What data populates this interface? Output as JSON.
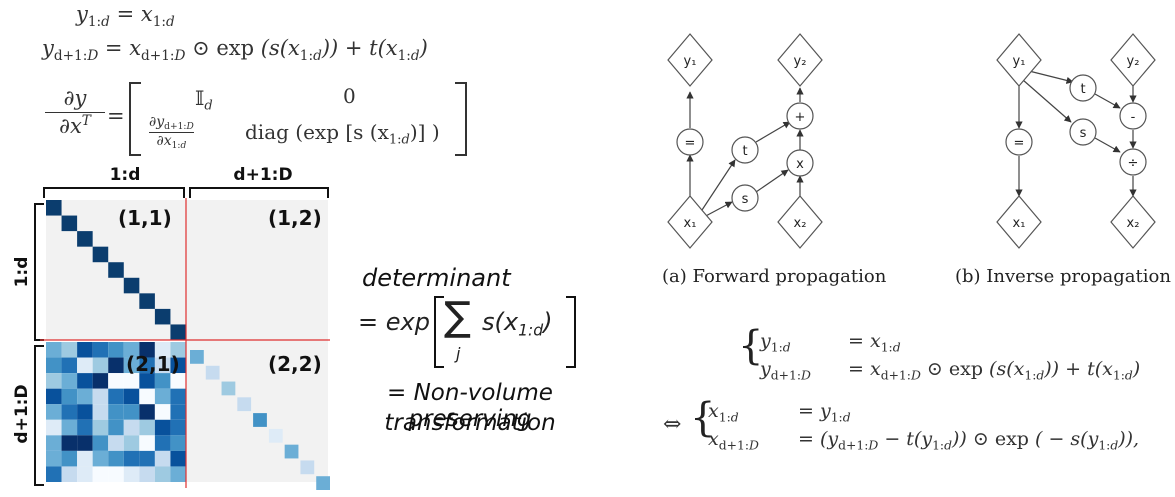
{
  "equations": {
    "eq1": "y_{1:d} = x_{1:d}",
    "eq2": "y_{d+1:D} = x_{d+1:D} ⊙ exp(s(x_{1:d})) + t(x_{1:d})",
    "jac_lhs": "∂y / ∂x^T",
    "jac_r1c1": "𝕀_d",
    "jac_r1c2": "0",
    "jac_r2c1": "∂y_{d+1:D} / ∂x^T_{1:d}",
    "jac_r2c2": "diag(exp[s(x_{1:d})])"
  },
  "matrix": {
    "col_label_1": "1:d",
    "col_label_2": "d+1:D",
    "row_label_1": "1:d",
    "row_label_2": "d+1:D",
    "q11": "(1,1)",
    "q12": "(1,2)",
    "q21": "(2,1)",
    "q22": "(2,2)",
    "colors": {
      "dark": "#0b3d6e",
      "mid": "#2f6fb0",
      "light": "#9ecae1",
      "pale": "#f2f2f2",
      "divider": "#e03030"
    }
  },
  "determinant": {
    "word": "determinant",
    "formula_prefix": "= exp",
    "sum_symbol": "∑",
    "sum_index": "j",
    "summand": "s(x_{1:d})",
    "note_line1": "= Non-volume preserving",
    "note_line2": "transformation"
  },
  "forward_graph": {
    "caption": "(a)  Forward propagation",
    "nodes": {
      "y1": "y₁",
      "y2": "y₂",
      "eq": "=",
      "t": "t",
      "plus": "+",
      "times": "x",
      "s": "s",
      "x1": "x₁",
      "x2": "x₂"
    }
  },
  "inverse_graph": {
    "caption": "(b)  Inverse propagation",
    "nodes": {
      "y1": "y₁",
      "y2": "y₂",
      "eq": "=",
      "t": "t",
      "minus": "-",
      "s": "s",
      "div": "÷",
      "x1": "x₁",
      "x2": "x₂"
    }
  },
  "system": {
    "fwd_l1_lhs": "y_{1:d}",
    "fwd_l1_rhs": "= x_{1:d}",
    "fwd_l2_lhs": "y_{d+1:D}",
    "fwd_l2_rhs": "= x_{d+1:D} ⊙ exp(s(x_{1:d})) + t(x_{1:d})",
    "iff": "⇔",
    "inv_l1_lhs": "x_{1:d}",
    "inv_l1_rhs": "= y_{1:d}",
    "inv_l2_lhs": "x_{d+1:D}",
    "inv_l2_rhs": "= (y_{d+1:D} − t(y_{1:d})) ⊙ exp(− s(y_{1:d})),"
  }
}
